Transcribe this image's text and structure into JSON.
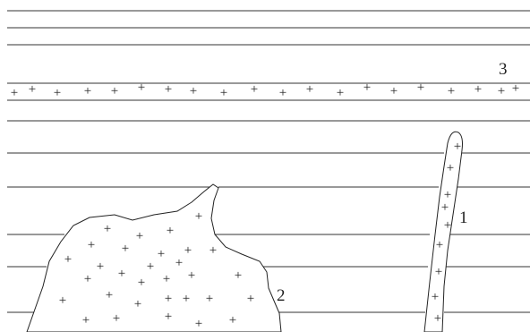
{
  "diagram": {
    "labels": {
      "dike": "1",
      "batholith": "2",
      "sill": "3"
    },
    "plus_symbol": "+",
    "colors": {
      "line": "#333333",
      "background": "#ffffff"
    }
  }
}
